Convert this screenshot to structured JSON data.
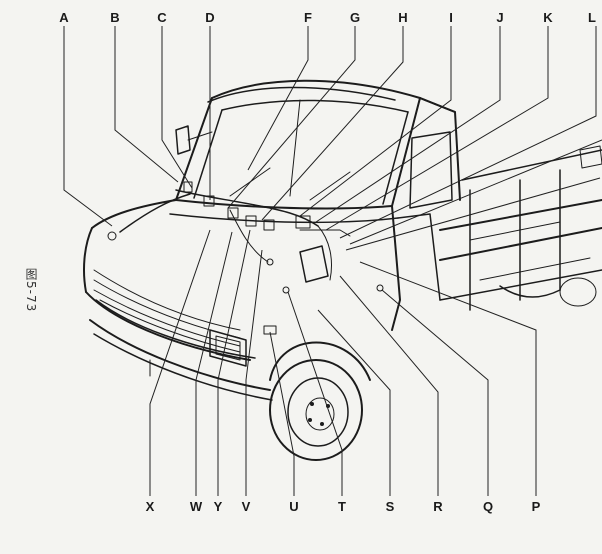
{
  "figure": {
    "caption": "图5-73",
    "callouts_top": [
      {
        "id": "A",
        "label": "A"
      },
      {
        "id": "B",
        "label": "B"
      },
      {
        "id": "C",
        "label": "C"
      },
      {
        "id": "D",
        "label": "D"
      },
      {
        "id": "F",
        "label": "F"
      },
      {
        "id": "G",
        "label": "G"
      },
      {
        "id": "H",
        "label": "H"
      },
      {
        "id": "I",
        "label": "I"
      },
      {
        "id": "J",
        "label": "J"
      },
      {
        "id": "K",
        "label": "K"
      },
      {
        "id": "L",
        "label": "L"
      }
    ],
    "callouts_bottom": [
      {
        "id": "X",
        "label": "X"
      },
      {
        "id": "W",
        "label": "W"
      },
      {
        "id": "Y",
        "label": "Y"
      },
      {
        "id": "V",
        "label": "V"
      },
      {
        "id": "U",
        "label": "U"
      },
      {
        "id": "T",
        "label": "T"
      },
      {
        "id": "S",
        "label": "S"
      },
      {
        "id": "R",
        "label": "R"
      },
      {
        "id": "Q",
        "label": "Q"
      },
      {
        "id": "P",
        "label": "P"
      }
    ]
  }
}
